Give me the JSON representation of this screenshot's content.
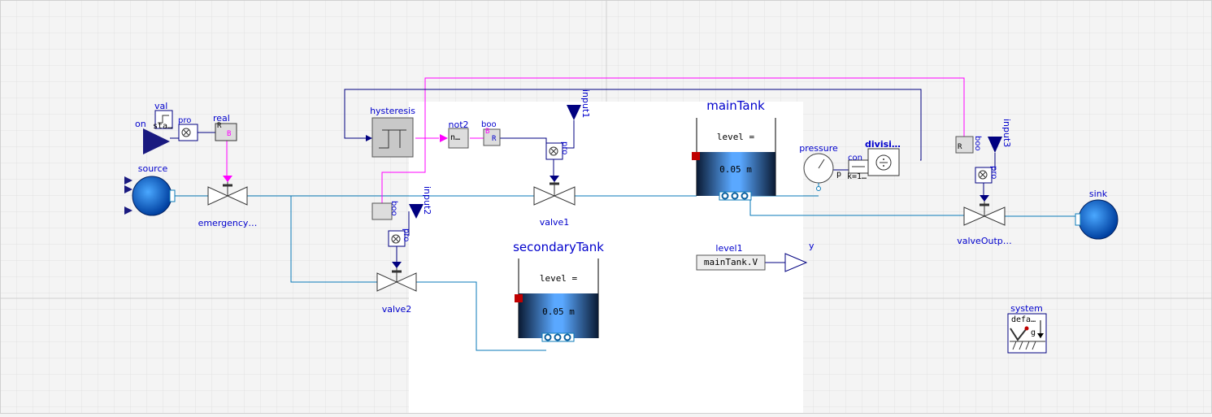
{
  "diagram": {
    "components": {
      "on": "on",
      "val": "val",
      "val_sub": "sta…",
      "pro1": "pro",
      "real": "real",
      "real_r": "R",
      "real_b": "B",
      "source": "source",
      "emergency": "emergency…",
      "hysteresis": "hysteresis",
      "not2": "not2",
      "not2_sub": "n…",
      "boo1": "boo",
      "boo1_b": "B",
      "boo1_r": "R",
      "input1": "input1",
      "pro2": "pro",
      "valve1": "valve1",
      "boo2": "boo",
      "input2": "input2",
      "pro3": "pro",
      "valve2": "valve2",
      "mainTank": "mainTank",
      "mainTank_level": "level =",
      "mainTank_value": "0.05 m",
      "secondaryTank": "secondaryTank",
      "secondaryTank_level": "level =",
      "secondaryTank_value": "0.05 m",
      "pressure": "pressure",
      "pressure_p": "p",
      "con": "con",
      "con_sub": "k=1…",
      "division": "divisi…",
      "level1": "level1",
      "level1_expr": "mainTank.V",
      "y": "y",
      "boo3": "boo",
      "boo3_r": "R",
      "input3": "input3",
      "pro4": "pro",
      "valveOutput": "valveOutp…",
      "sink": "sink",
      "system": "system",
      "system_sub": "defa…",
      "system_g": "g"
    }
  },
  "colors": {
    "fluid_line": "#0a7ab8",
    "boolean_line": "#ff00ff",
    "real_line": "#000080",
    "label": "#0000cc"
  }
}
